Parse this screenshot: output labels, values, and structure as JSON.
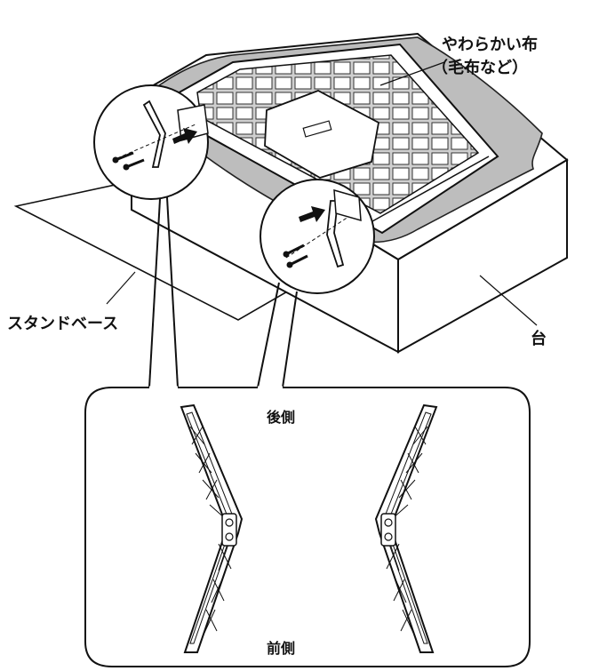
{
  "labels": {
    "soft_cloth": "やわらかい布",
    "soft_cloth_note": "（毛布など）",
    "stand_base": "スタンドベース",
    "table": "台",
    "rear_side": "後側",
    "front_side": "前側"
  }
}
